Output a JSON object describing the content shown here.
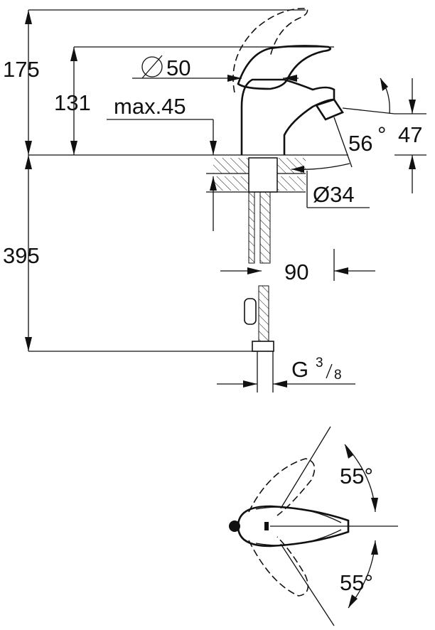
{
  "dimensions": {
    "total_height": "175",
    "spout_height": "131",
    "diameter_base": "50",
    "max_thickness": "max.45",
    "aerator_angle": "56",
    "aerator_degree_symbol": "°",
    "aerator_height": "47",
    "hole_diameter": "Ø34",
    "hose_length": "395",
    "projection": "90",
    "connection_thread": "G",
    "thread_numerator": "3",
    "thread_denominator": "8",
    "lever_angle_top": "55°",
    "lever_angle_bottom": "55°"
  },
  "symbols": {
    "diameter": "⌀"
  }
}
